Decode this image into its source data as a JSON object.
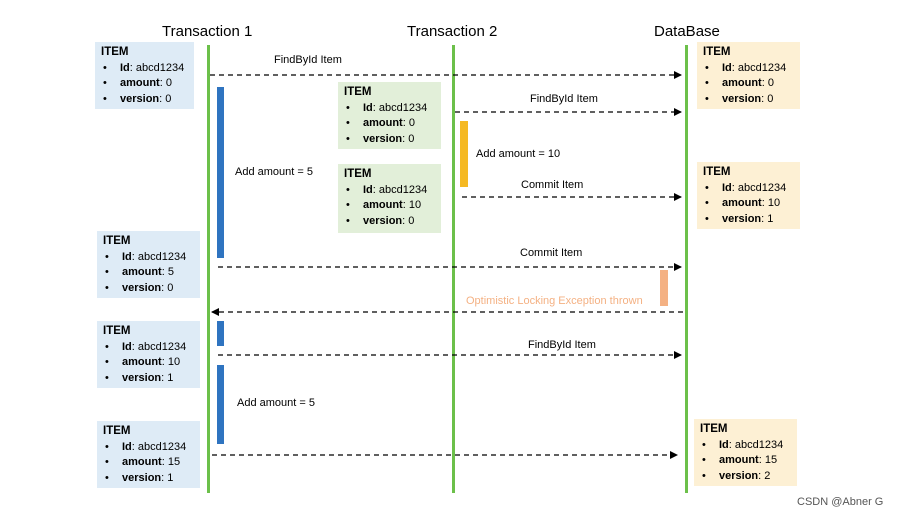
{
  "columns": {
    "t1": "Transaction 1",
    "t2": "Transaction 2",
    "db": "DataBase"
  },
  "field_labels": {
    "id": "Id",
    "amount": "amount",
    "version": "version"
  },
  "item_title": "ITEM",
  "boxes": {
    "t1_1": {
      "id": "abcd1234",
      "amount": "0",
      "version": "0"
    },
    "t1_2": {
      "id": "abcd1234",
      "amount": "5",
      "version": "0"
    },
    "t1_3": {
      "id": "abcd1234",
      "amount": "10",
      "version": "1"
    },
    "t1_4": {
      "id": "abcd1234",
      "amount": "15",
      "version": "1"
    },
    "t2_1": {
      "id": "abcd1234",
      "amount": "0",
      "version": "0"
    },
    "t2_2": {
      "id": "abcd1234",
      "amount": "10",
      "version": "0"
    },
    "db_1": {
      "id": "abcd1234",
      "amount": "0",
      "version": "0"
    },
    "db_2": {
      "id": "abcd1234",
      "amount": "10",
      "version": "1"
    },
    "db_3": {
      "id": "abcd1234",
      "amount": "15",
      "version": "2"
    }
  },
  "messages": {
    "m1": "FindById Item",
    "m2": "FindById Item",
    "m3": "Add amount = 10",
    "m4": "Commit Item",
    "m5": "Add amount = 5",
    "m6": "Commit Item",
    "m7": "Optimistic Locking Exception thrown",
    "m8": "FindById Item",
    "m9": "Add amount = 5"
  },
  "colors": {
    "lifeline": "#6cc04a",
    "t1_activation": "#2f74c0",
    "t2_activation": "#f5b923",
    "db_activation": "#f4b183",
    "exception_text": "#f4b183",
    "t1_box": "#deebf6",
    "t2_box": "#e2efd9",
    "db_box": "#fdf0d4"
  },
  "watermark": "CSDN @Abner G"
}
